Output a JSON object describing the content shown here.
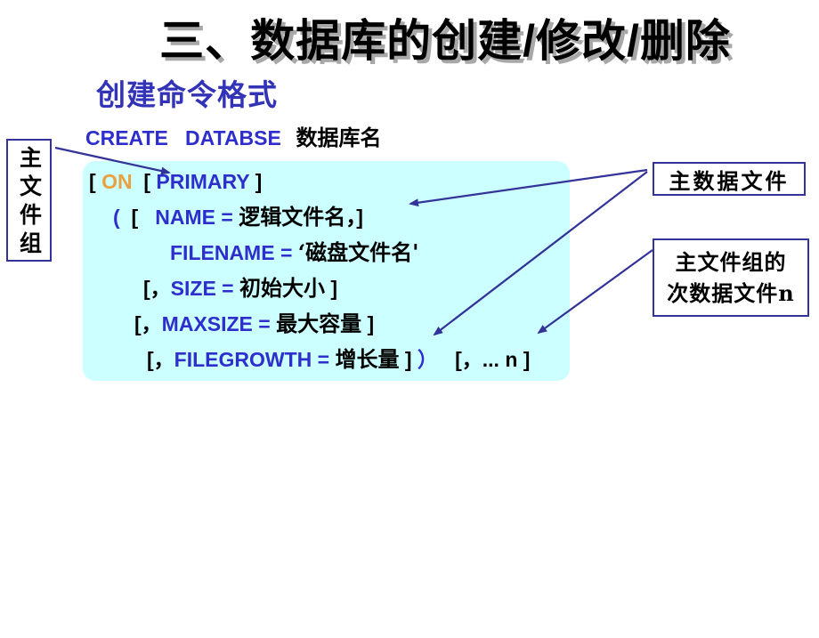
{
  "slide": {
    "title": "三、数据库的创建/修改/删除",
    "subtitle": "创建命令格式"
  },
  "labels": {
    "left_group_box": "主文件组",
    "primary_data_file_box": "主数据文件",
    "secondary_box_line1": "主文件组的",
    "secondary_box_line2": "次数据文件n"
  },
  "code": {
    "header": {
      "segments": [
        {
          "t": "CREATE   DATABSE",
          "c": "kw"
        },
        {
          "t": "  数据库名",
          "c": "zh"
        }
      ]
    },
    "lines": [
      {
        "segments": [
          {
            "t": "[ ",
            "c": "b"
          },
          {
            "t": "ON",
            "c": "on"
          },
          {
            "t": "  [ ",
            "c": "b"
          },
          {
            "t": "PRIMARY",
            "c": "kw"
          },
          {
            "t": " ]",
            "c": "b"
          }
        ]
      },
      {
        "segments": [
          {
            "t": "(",
            "c": "kw"
          },
          {
            "t": "  [   ",
            "c": "b"
          },
          {
            "t": "NAME",
            "c": "kw"
          },
          {
            "t": " = ",
            "c": "kw"
          },
          {
            "t": "逻辑文件名，",
            "c": "zh"
          },
          {
            "t": "]",
            "c": "b"
          }
        ]
      },
      {
        "segments": [
          {
            "t": "FILENAME",
            "c": "kw"
          },
          {
            "t": " = ",
            "c": "kw"
          },
          {
            "t": "‘磁盘文件名'",
            "c": "zh"
          }
        ]
      },
      {
        "segments": [
          {
            "t": "[，",
            "c": "b"
          },
          {
            "t": "SIZE",
            "c": "kw"
          },
          {
            "t": " = ",
            "c": "kw"
          },
          {
            "t": "初始大小",
            "c": "zh"
          },
          {
            "t": " ]",
            "c": "b"
          }
        ]
      },
      {
        "segments": [
          {
            "t": "[，",
            "c": "b"
          },
          {
            "t": "MAXSIZE",
            "c": "kw"
          },
          {
            "t": " = ",
            "c": "kw"
          },
          {
            "t": "最大容量",
            "c": "zh"
          },
          {
            "t": " ]",
            "c": "b"
          }
        ]
      },
      {
        "segments": [
          {
            "t": "[，",
            "c": "b"
          },
          {
            "t": "FILEGROWTH",
            "c": "kw"
          },
          {
            "t": " = ",
            "c": "kw"
          },
          {
            "t": "增长量",
            "c": "zh"
          },
          {
            "t": " ]",
            "c": "b"
          },
          {
            "t": " ）",
            "c": "kw"
          },
          {
            "t": "   [，... n ]",
            "c": "b"
          }
        ]
      }
    ]
  },
  "colors": {
    "keyword_blue": "#2e2ecc",
    "on_orange": "#e8a040",
    "subtitle_blue": "#3333b8",
    "panel_cyan": "#ccffff",
    "arrow_navy": "#333399",
    "title_shadow_gray": "#a8a8a8"
  }
}
